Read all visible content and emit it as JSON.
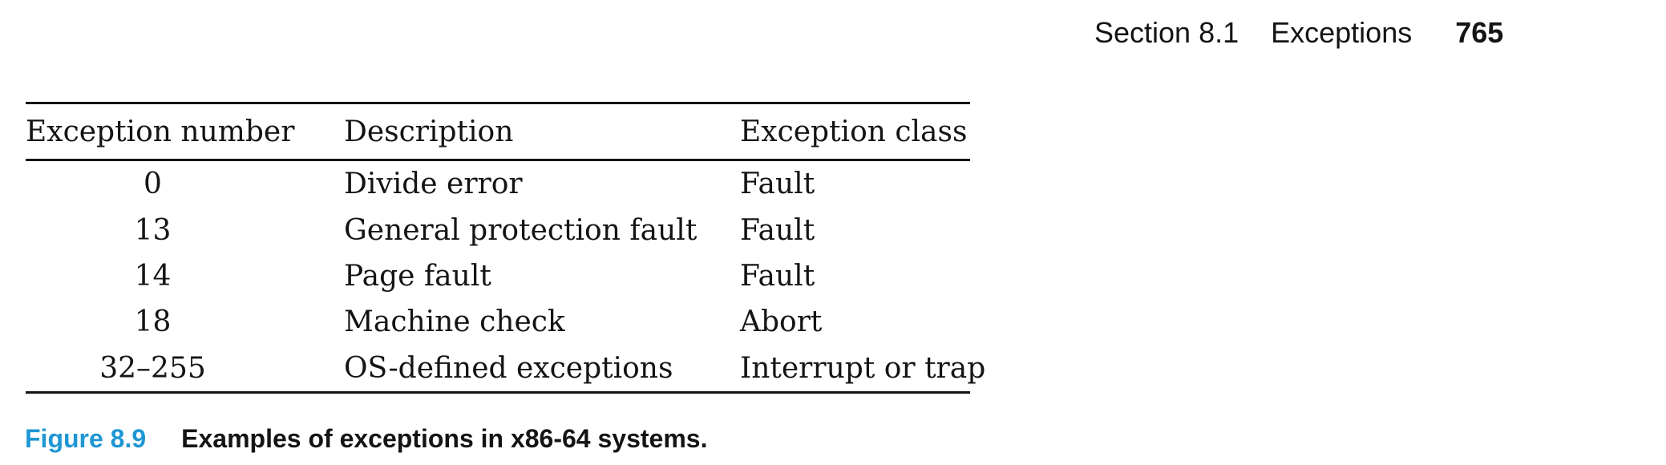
{
  "running_head": {
    "section": "Section 8.1",
    "chapter_title": "Exceptions",
    "page_number": "765"
  },
  "table": {
    "headers": [
      "Exception number",
      "Description",
      "Exception class"
    ],
    "rows": [
      [
        "0",
        "Divide error",
        "Fault"
      ],
      [
        "13",
        "General protection fault",
        "Fault"
      ],
      [
        "14",
        "Page fault",
        "Fault"
      ],
      [
        "18",
        "Machine check",
        "Abort"
      ],
      [
        "32–255",
        "OS-defined exceptions",
        "Interrupt or trap"
      ]
    ]
  },
  "caption": {
    "label": "Figure 8.9",
    "text": "Examples of exceptions in x86-64 systems."
  },
  "colors": {
    "caption_label_blue": "#1F97D4",
    "ink": "#141414",
    "background": "#ffffff"
  }
}
